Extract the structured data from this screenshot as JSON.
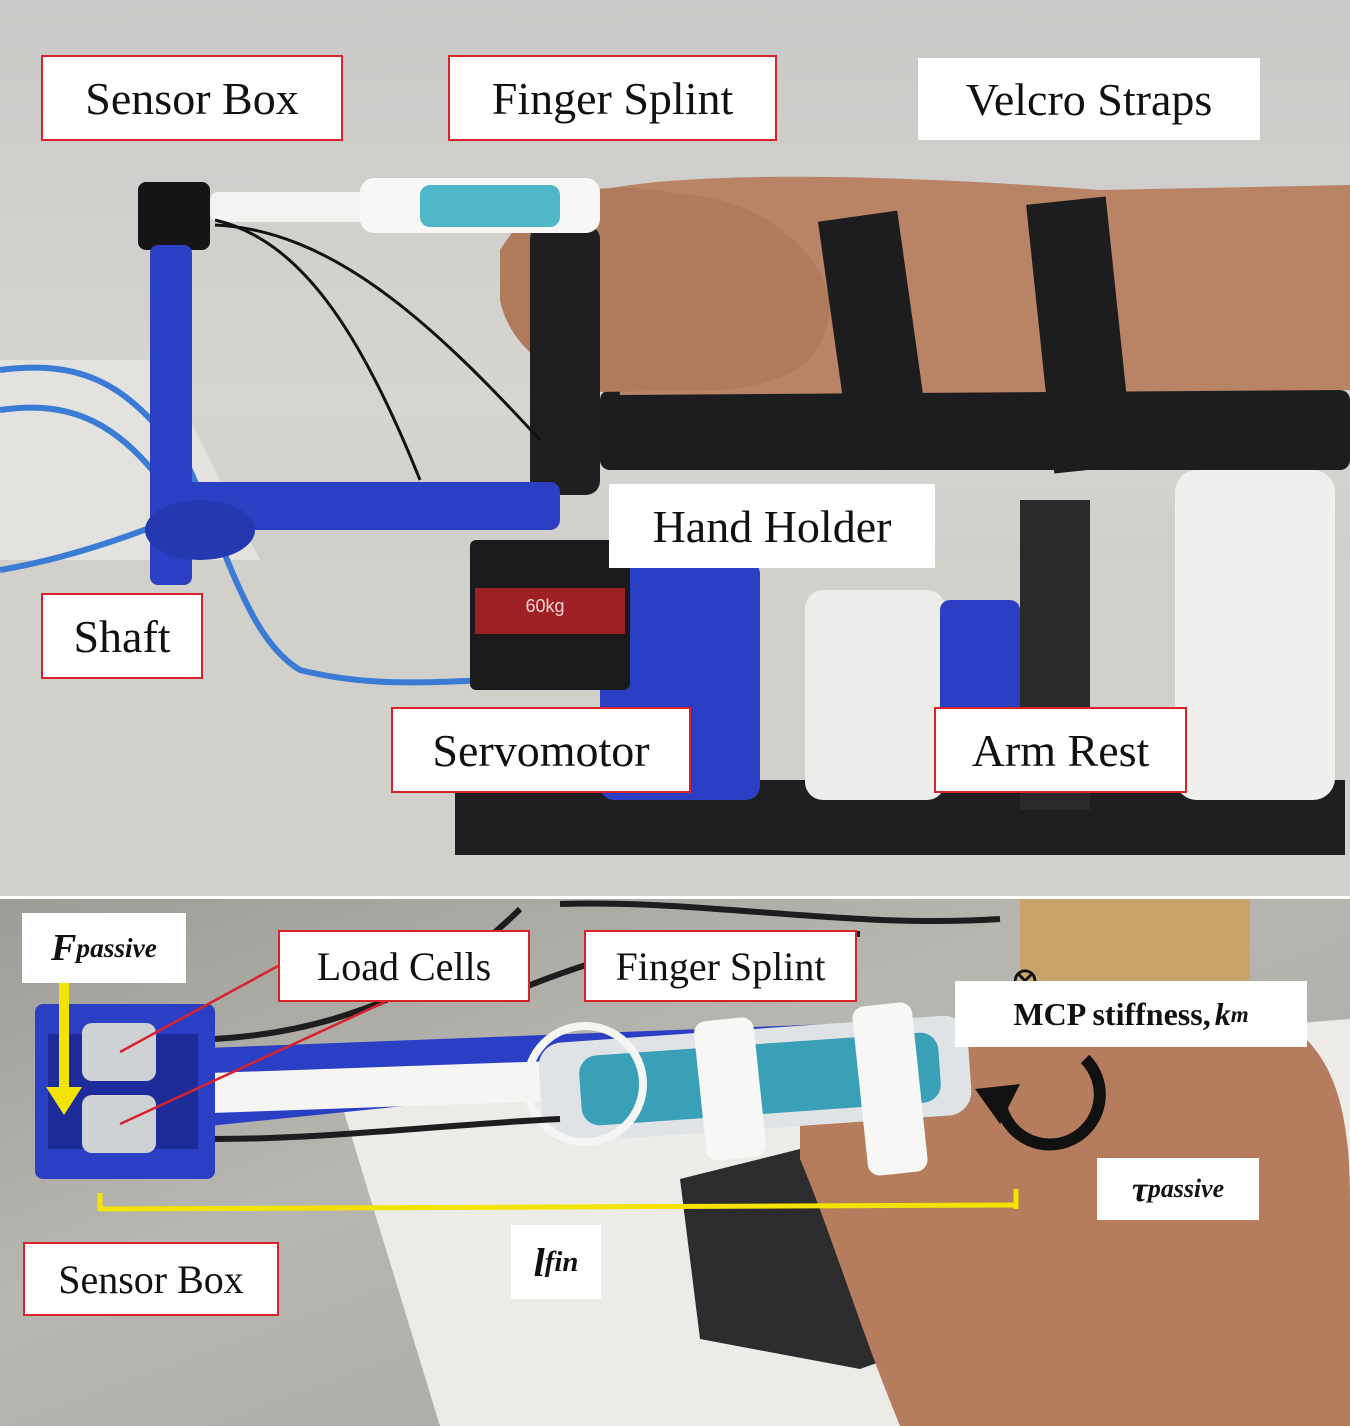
{
  "top_panel": {
    "labels": {
      "sensor_box": "Sensor Box",
      "finger_splint": "Finger Splint",
      "velcro_straps": "Velcro Straps",
      "hand_holder": "Hand Holder",
      "shaft": "Shaft",
      "servomotor": "Servomotor",
      "arm_rest": "Arm Rest"
    },
    "servo_marking": "60kg"
  },
  "bottom_panel": {
    "labels": {
      "load_cells": "Load Cells",
      "finger_splint": "Finger Splint",
      "sensor_box": "Sensor Box",
      "mcp_stiffness_text": "MCP stiffness, ",
      "mcp_stiffness_symbol": "k",
      "mcp_stiffness_sub": "m",
      "f_passive_symbol": "F",
      "f_passive_sub": "passive",
      "tau_passive_symbol": "τ",
      "tau_passive_sub": "passive",
      "l_fin_symbol": "l",
      "l_fin_sub": "fin",
      "rotation_marker": "⊗"
    }
  },
  "colors": {
    "label_border": "#d9232a",
    "device_blue": "#2b3fc4",
    "annotation_yellow": "#f2e400",
    "strap_black": "#1d1d1f"
  }
}
